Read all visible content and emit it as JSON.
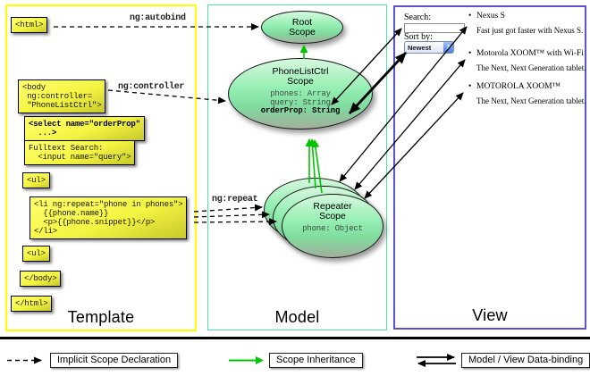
{
  "columns": {
    "template": {
      "label": "Template"
    },
    "model": {
      "label": "Model"
    },
    "view": {
      "label": "View"
    }
  },
  "template_code": {
    "html_open": "<html>",
    "body_open": "<body\n ng:controller=\n \"PhoneListCtrl\">",
    "select": "<select name=\"orderProp\"\n  ...>",
    "fulltext": "Fulltext Search:\n  <input name=\"query\">",
    "ul_1": "<ul>",
    "li_repeat": "<li ng:repeat=\"phone in phones\">\n  {{phone.name}}\n  <p>{{phone.snippet}}</p>\n</li>",
    "ul_2": "<ul>",
    "body_close": "</body>",
    "html_close": "</html>"
  },
  "arrow_labels": {
    "autobind": "ng:autobind",
    "controller": "ng:controller",
    "repeat": "ng:repeat"
  },
  "model": {
    "root_scope": {
      "title": "Root\nScope"
    },
    "phonelistctrl_scope": {
      "title": "PhoneListCtrl\nScope",
      "props": [
        "phones: Array",
        "query: String"
      ],
      "bold_prop": "orderProp: String"
    },
    "repeater_scope": {
      "title": "Repeater\nScope",
      "prop": "phone: Object"
    }
  },
  "view": {
    "search_label": "Search:",
    "search_value": "",
    "sort_label": "Sort by:",
    "sort_value": "Newest",
    "items": [
      {
        "title": "Nexus S",
        "snippet": "Fast just got faster with Nexus S."
      },
      {
        "title": "Motorola XOOM™ with Wi-Fi",
        "snippet": "The Next, Next Generation tablet."
      },
      {
        "title": "MOTOROLA XOOM™",
        "snippet": "The Next, Next Generation tablet."
      }
    ]
  },
  "legend": {
    "implicit": "Implicit Scope Declaration",
    "inheritance": "Scope Inheritance",
    "databinding": "Model / View Data-binding"
  },
  "colors": {
    "template_border": "#ffff00",
    "model_border": "#4ee6a6",
    "view_border": "#5e51d3",
    "scope_fill_top": "#d6f8de",
    "scope_fill_mid": "#96efb4",
    "codebox_fill": "#f4f442",
    "inheritance_arrow": "#00c400",
    "binding_arrow": "#000000"
  }
}
